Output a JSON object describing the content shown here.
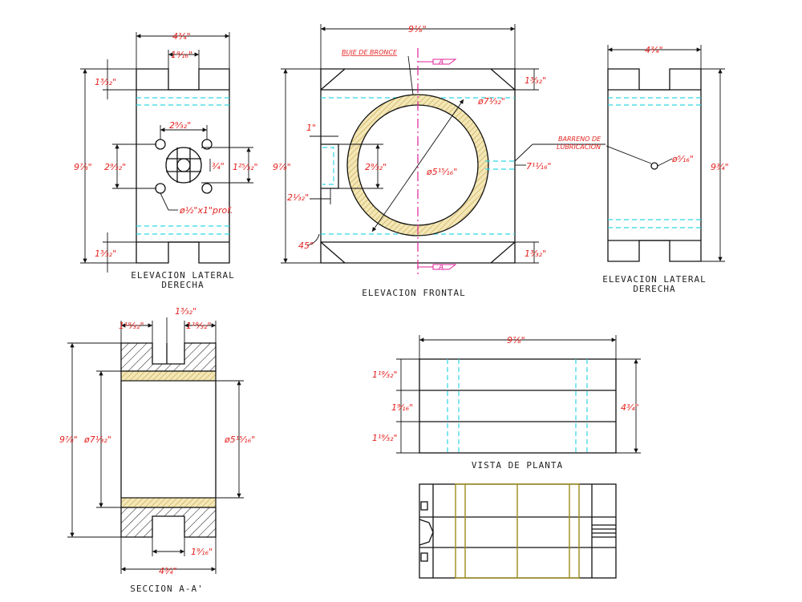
{
  "titles": {
    "left_side": [
      "ELEVACION LATERAL",
      "DERECHA"
    ],
    "front": "ELEVACION FRONTAL",
    "right_side": [
      "ELEVACION LATERAL",
      "DERECHA"
    ],
    "section": "SECCION A-A'",
    "plan": "VISTA DE PLANTA"
  },
  "callouts": {
    "bushing": "BUJE DE BRONCE",
    "lube_hole": [
      "BARRENO DE",
      "LUBRICACION"
    ],
    "section_mark": "A"
  },
  "dims": {
    "left_width": "4¾\"",
    "left_slot": "1⁹⁄₁₆\"",
    "left_top_step": "1³⁄₃₂\"",
    "left_height": "9⅞\"",
    "left_hole_spacing_h": "2⁹⁄₃₂\"",
    "left_hole_spacing_v": "2⁹⁄₃₂\"",
    "left_hub": "¾\"",
    "left_hub_outer": "1²⁵⁄₃₂\"",
    "left_holes": "ø½\"x1\"prof.",
    "left_bottom_step": "1³⁄₃₂\"",
    "front_width": "9⅞\"",
    "front_height": "9⅞\"",
    "front_bore": "ø7¹⁄₃₂\"",
    "front_inner": "ø5¹⁵⁄₁₆\"",
    "front_top_step": "1³⁄₃₂\"",
    "front_bottom_step": "1³⁄₃₂\"",
    "front_notch_w": "1\"",
    "front_notch_h": "2⁹⁄₃₂\"",
    "front_notch_bottom": "2¹⁄₃₂\"",
    "front_lube": "7¹¹⁄₁₆\"",
    "front_chamfer": "45°",
    "right_width": "4¾\"",
    "right_height": "9¾\"",
    "right_lube": "ø⁵⁄₁₆\"",
    "sec_left": "1¹⁹⁄₃₂\"",
    "sec_slot": "1³⁄₃₂\"",
    "sec_right": "1¹⁹⁄₃₂\"",
    "sec_height": "9⅞\"",
    "sec_bore": "ø7¹⁄₃₂\"",
    "sec_inner": "ø5¹⁵⁄₁₆\"",
    "sec_slot_bottom": "1⁹⁄₁₆\"",
    "sec_width": "4¾\"",
    "plan_width": "9⅞\"",
    "plan_r1": "1¹⁹⁄₃₂\"",
    "plan_r2": "1⁹⁄₁₆\"",
    "plan_r3": "1¹⁹⁄₃₂\"",
    "plan_height": "4¾\""
  }
}
